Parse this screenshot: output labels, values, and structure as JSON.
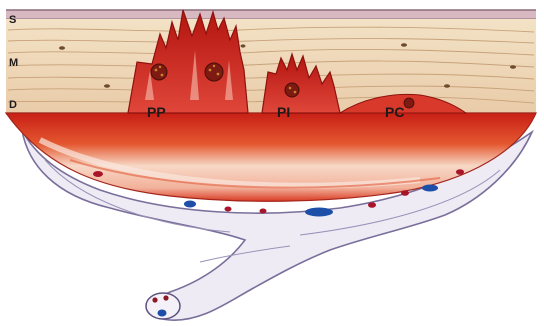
{
  "layers": {
    "s_label": "S",
    "m_label": "M",
    "d_label": "D"
  },
  "zones": {
    "pp_label": "PP",
    "pi_label": "PI",
    "pc_label": "PC"
  },
  "colors": {
    "muscle": "#efd9b8",
    "muscle_stripe": "#c7a27a",
    "serosa": "#c9a3ad",
    "inflamed_red": "#d4281c",
    "inflamed_light": "#f6c9b6",
    "mesentery": "#ece9f3",
    "mesentery_edge": "#7a6f9a",
    "vessel_blue": "#1e4fa8",
    "vessel_red": "#a8142a"
  }
}
